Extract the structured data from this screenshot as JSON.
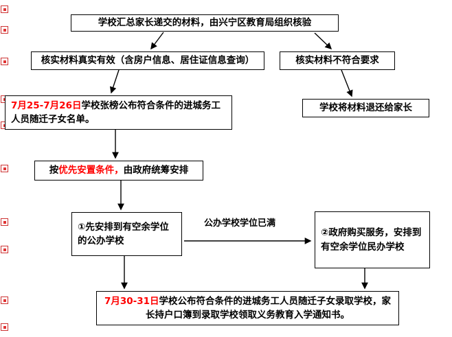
{
  "colors": {
    "highlight_red": "#ff0000",
    "box_border": "#000000",
    "arrow_line": "#000000",
    "background": "#ffffff"
  },
  "boxes": {
    "collect": {
      "text": "学校汇总家长递交的材料，由兴宁区教育局组织核验"
    },
    "verify_valid": {
      "text": "核实材料真实有效（含房户信息、居住证信息查询）"
    },
    "verify_invalid": {
      "text": "核实材料不符合要求"
    },
    "return_materials": {
      "text": "学校将材料退还给家长"
    },
    "announce_list": {
      "date": "7月25-7月26日",
      "rest": "学校张榜公布符合条件的进城务工人员随迁子女名单。"
    },
    "priority": {
      "prefix": "按",
      "highlight": "优先安置条件，",
      "rest": "由政府统筹安排"
    },
    "public_school": {
      "text": "①先安排到有空余学位的公办学校"
    },
    "private_school": {
      "text": "②政府购买服务，安排到有空余学位民办学校"
    },
    "final_admission": {
      "date": "7月30-31日",
      "rest": "学校公布符合条件的进城务工人员随迁子女录取学校，家长持户口簿到录取学校领取义务教育入学通知书。"
    }
  },
  "labels": {
    "public_full": "公办学校学位已满"
  }
}
